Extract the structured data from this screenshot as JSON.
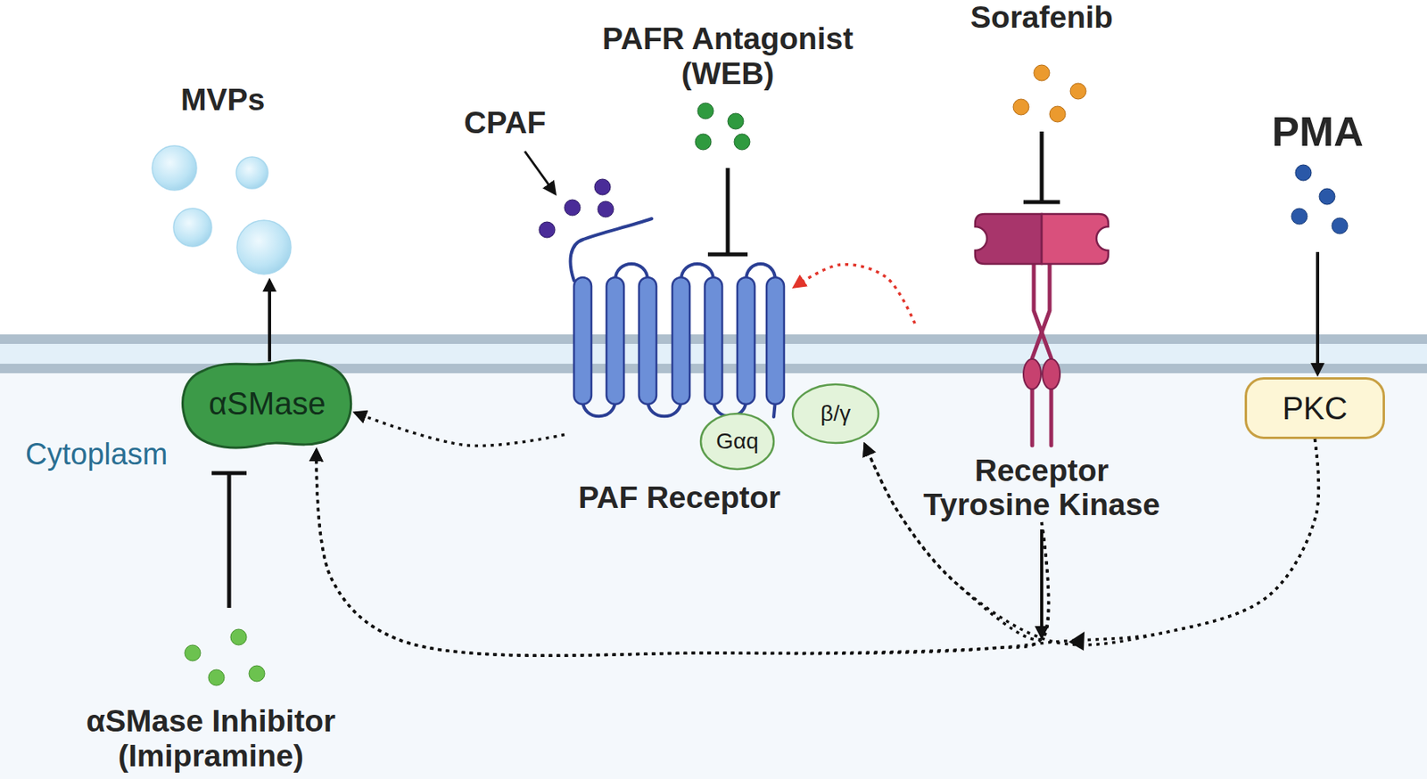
{
  "diagram": {
    "nodes": [
      {
        "text": [
          "αSMase"
        ]
      },
      {
        "text": [
          "PAF Receptor"
        ]
      },
      {
        "text": [
          "Gαq"
        ]
      },
      {
        "text": [
          "β/γ"
        ]
      },
      {
        "text": [
          "Receptor Tyrosine Kinase"
        ]
      },
      {
        "text": [
          "PKC"
        ]
      }
    ],
    "edges": [
      {
        "from": 1,
        "to": 0,
        "arrow": "to"
      },
      {
        "from": 4,
        "to": 1,
        "arrow": "to"
      },
      {
        "from": 4,
        "to": 0,
        "arrow": "to"
      },
      {
        "from": 4,
        "to": 3,
        "arrow": "to"
      },
      {
        "from": 5,
        "to": 0,
        "arrow": "to"
      },
      {
        "from": 5,
        "to": 3,
        "arrow": "to"
      }
    ],
    "labels": [
      "MVPs",
      "CPAF",
      "PAFR Antagonist (WEB)",
      "Sorafenib",
      "PMA",
      "Cytoplasm",
      "αSMase Inhibitor (Imipramine)"
    ]
  }
}
